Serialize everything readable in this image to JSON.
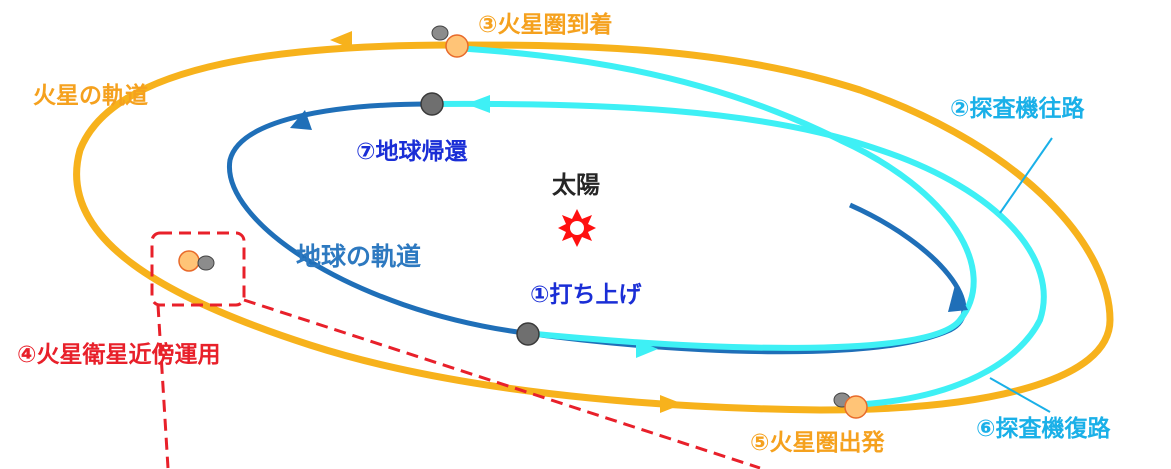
{
  "labels": {
    "mars_orbit": "火星の軌道",
    "earth_orbit": "地球の軌道",
    "sun": "太陽",
    "step1": "①打ち上げ",
    "step2": "②探査機往路",
    "step3": "③火星圏到着",
    "step4": "④火星衛星近傍運用",
    "step5": "⑤火星圏出発",
    "step6": "⑥探査機復路",
    "step7": "⑦地球帰還"
  },
  "colors": {
    "mars_orbit": "#f7b21c",
    "earth_orbit": "#1f6fb8",
    "trajectory": "#3ef0f5",
    "sun": "#ff1010",
    "highlight": "#e8202a"
  },
  "icons": {
    "sun": "sun-icon",
    "earth": "earth-icon",
    "mars": "mars-icon",
    "moon": "moon-icon"
  }
}
